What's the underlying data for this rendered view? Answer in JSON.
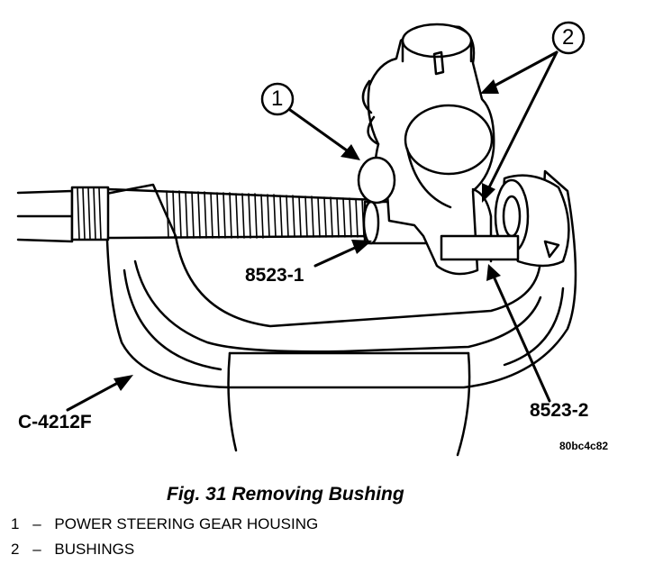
{
  "callouts": [
    {
      "number": "1"
    },
    {
      "number": "2"
    }
  ],
  "part_labels": {
    "tool_1": "8523-1",
    "tool_2": "8523-2",
    "press": "C-4212F"
  },
  "image_code": "80bc4c82",
  "caption": "Fig. 31 Removing Bushing",
  "legend": [
    {
      "number": "1",
      "dash": "–",
      "text": "POWER STEERING GEAR HOUSING"
    },
    {
      "number": "2",
      "dash": "–",
      "text": "BUSHINGS"
    }
  ]
}
